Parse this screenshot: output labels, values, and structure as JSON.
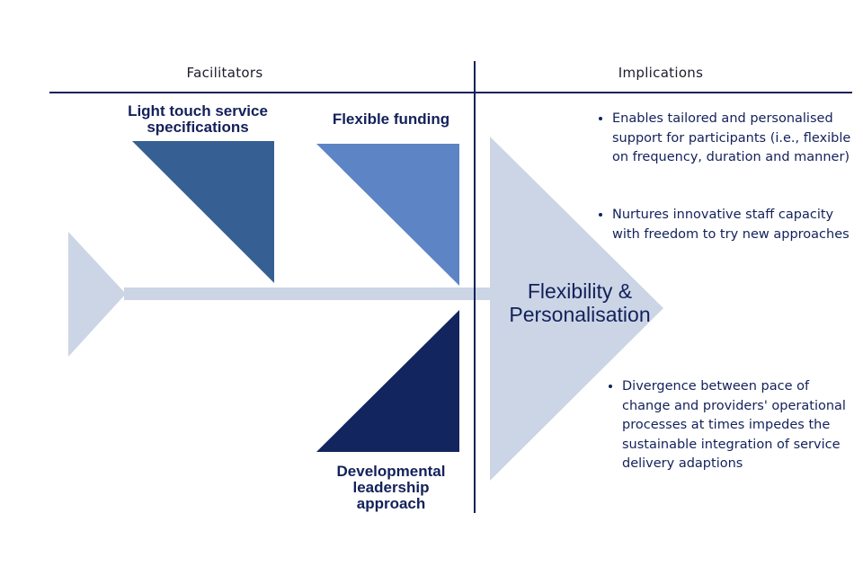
{
  "headers": {
    "left": "Facilitators",
    "right": "Implications"
  },
  "facilitators": [
    {
      "label": "Light touch service specifications",
      "color": "#365f94"
    },
    {
      "label": "Flexible funding",
      "color": "#5d84c4"
    },
    {
      "label": "Developmental leadership approach",
      "color": "#13255e"
    }
  ],
  "head_label": "Flexibility & Personalisation",
  "head_color": "#ccd5e5",
  "implications": [
    "Enables tailored and personalised support for participants (i.e., flexible on frequency, duration and manner)",
    "Nurtures innovative staff capacity with freedom to try new approaches",
    "Divergence between pace of change and providers' operational processes at times impedes the sustainable integration of service delivery adaptions"
  ]
}
